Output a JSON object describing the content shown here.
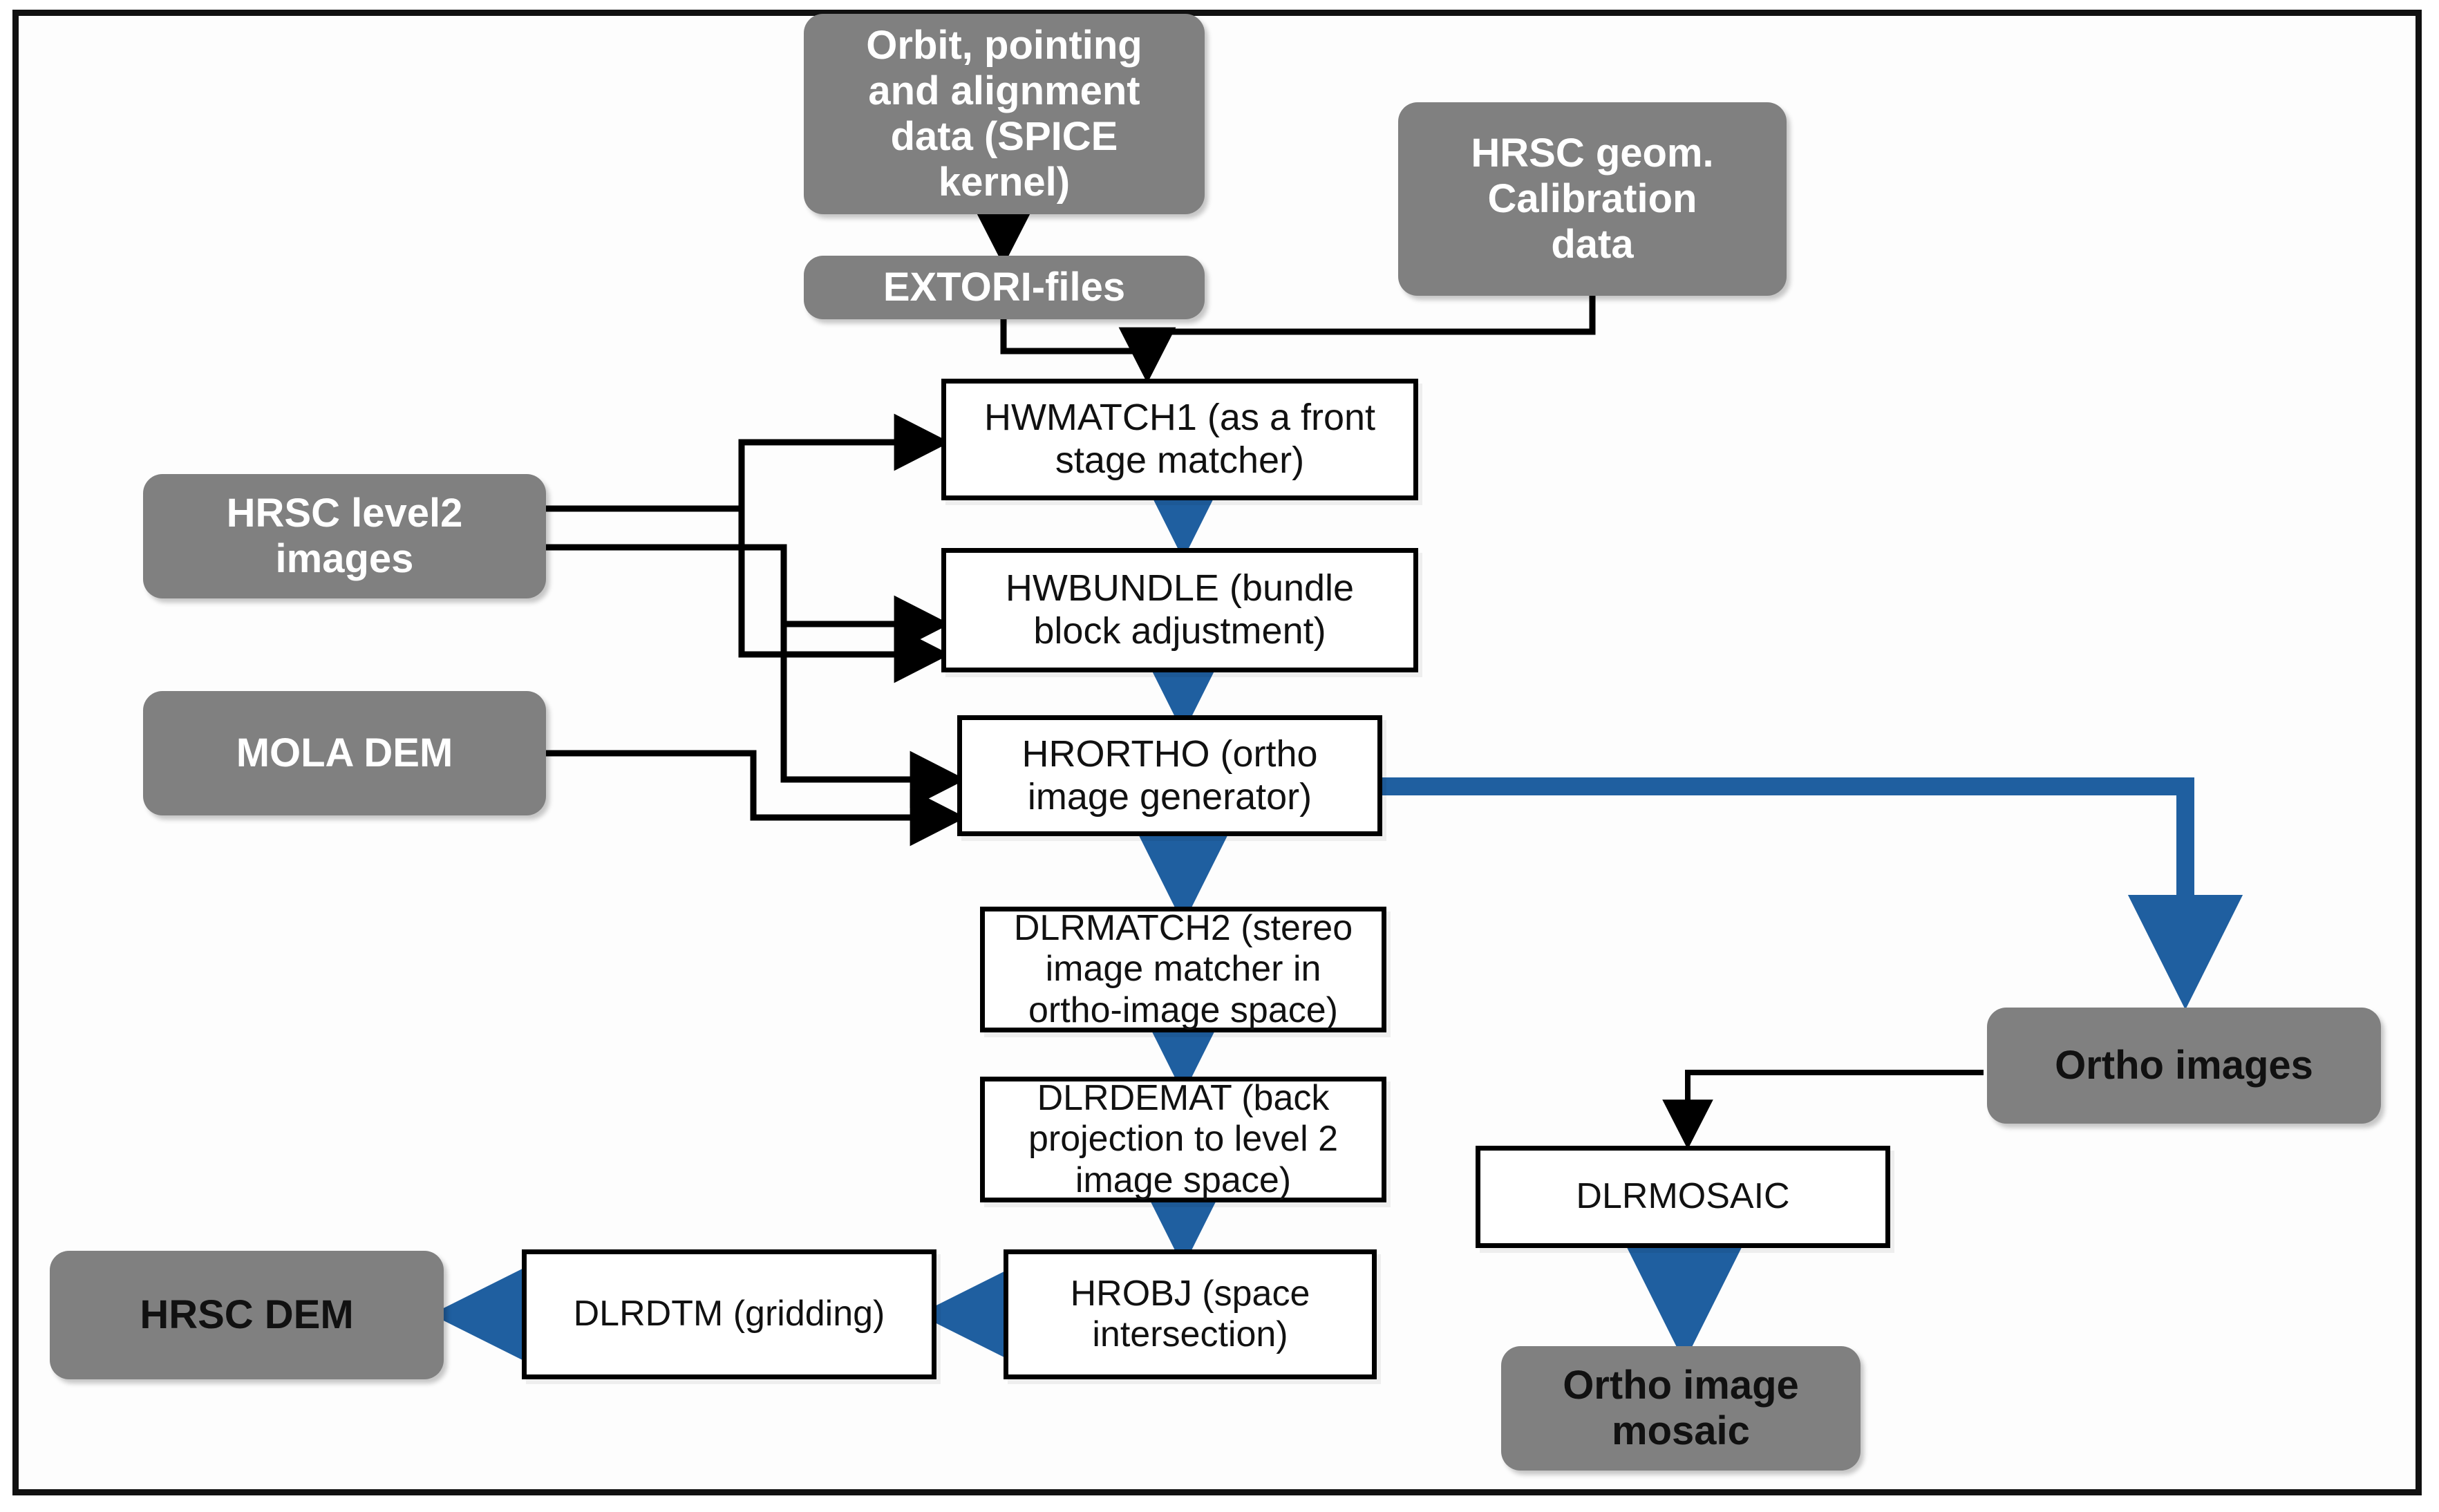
{
  "diagram": {
    "title": "HRSC photogrammetric processing chain",
    "colors": {
      "data_node_fill": "#808080",
      "data_node_text": "#ffffff",
      "process_node_fill": "#ffffff",
      "process_node_border": "#000000",
      "accent_arrow": "#1F5FA0",
      "plain_arrow": "#000000",
      "frame_border": "#111111",
      "background": "#ffffff"
    },
    "nodes": [
      {
        "id": "spice",
        "kind": "data",
        "label": "Orbit, pointing and alignment data  (SPICE kernel)"
      },
      {
        "id": "extori",
        "kind": "data",
        "label": "EXTORI-files"
      },
      {
        "id": "geomcal",
        "kind": "data",
        "label": "HRSC geom. Calibration data"
      },
      {
        "id": "level2",
        "kind": "data",
        "label": "HRSC level2 images"
      },
      {
        "id": "mola",
        "kind": "data",
        "label": "MOLA DEM"
      },
      {
        "id": "hwmatch1",
        "kind": "process",
        "label": "HWMATCH1 (as a front stage matcher)"
      },
      {
        "id": "hwbundle",
        "kind": "process",
        "label": "HWBUNDLE (bundle block adjustment)"
      },
      {
        "id": "hrortho",
        "kind": "process",
        "label": "HRORTHO (ortho image generator)"
      },
      {
        "id": "dlrmatch2",
        "kind": "process",
        "label": "DLRMATCH2 (stereo image matcher in ortho-image space)"
      },
      {
        "id": "dlrdemat",
        "kind": "process",
        "label": "DLRDEMAT (back projection to level 2 image space)"
      },
      {
        "id": "hrobj",
        "kind": "process",
        "label": "HROBJ (space intersection)"
      },
      {
        "id": "dlrdtm",
        "kind": "process",
        "label": "DLRDTM (gridding)"
      },
      {
        "id": "hrscdem",
        "kind": "data",
        "label": "HRSC DEM"
      },
      {
        "id": "orthoimg",
        "kind": "data",
        "label": "Ortho images"
      },
      {
        "id": "dlrmosaic",
        "kind": "process",
        "label": "DLRMOSAIC"
      },
      {
        "id": "orthomosaic",
        "kind": "data",
        "label": "Ortho image mosaic"
      }
    ],
    "edges": [
      {
        "from": "spice",
        "to": "extori",
        "style": "black"
      },
      {
        "from": "extori",
        "to": "hwmatch1",
        "style": "black"
      },
      {
        "from": "geomcal",
        "to": "hwmatch1",
        "style": "black"
      },
      {
        "from": "level2",
        "to": "hwmatch1",
        "style": "black"
      },
      {
        "from": "level2",
        "to": "hwbundle",
        "style": "black"
      },
      {
        "from": "level2",
        "to": "hrortho",
        "style": "black"
      },
      {
        "from": "mola",
        "to": "hwbundle",
        "style": "black"
      },
      {
        "from": "mola",
        "to": "hrortho",
        "style": "black"
      },
      {
        "from": "hwmatch1",
        "to": "hwbundle",
        "style": "blue"
      },
      {
        "from": "hwbundle",
        "to": "hrortho",
        "style": "blue"
      },
      {
        "from": "hrortho",
        "to": "dlrmatch2",
        "style": "blue"
      },
      {
        "from": "hrortho",
        "to": "orthoimg",
        "style": "blue"
      },
      {
        "from": "dlrmatch2",
        "to": "dlrdemat",
        "style": "blue"
      },
      {
        "from": "dlrdemat",
        "to": "hrobj",
        "style": "blue"
      },
      {
        "from": "hrobj",
        "to": "dlrdtm",
        "style": "blue"
      },
      {
        "from": "dlrdtm",
        "to": "hrscdem",
        "style": "blue"
      },
      {
        "from": "orthoimg",
        "to": "dlrmosaic",
        "style": "black"
      },
      {
        "from": "dlrmosaic",
        "to": "orthomosaic",
        "style": "blue"
      }
    ],
    "labels": {
      "spice": "Orbit, pointing and alignment data  (SPICE kernel)",
      "spice_l1": "Orbit, pointing",
      "spice_l2": "and alignment",
      "spice_l3": "data  (SPICE",
      "spice_l4": "kernel)",
      "extori": "EXTORI-files",
      "geomcal_l1": "HRSC geom.",
      "geomcal_l2": "Calibration",
      "geomcal_l3": "data",
      "level2_l1": "HRSC level2",
      "level2_l2": "images",
      "mola": "MOLA DEM",
      "hwmatch1_l1": "HWMATCH1 (as a front",
      "hwmatch1_l2": "stage matcher)",
      "hwbundle_l1": "HWBUNDLE (bundle",
      "hwbundle_l2": "block adjustment)",
      "hrortho_l1": "HRORTHO (ortho",
      "hrortho_l2": "image generator)",
      "dlrmatch2_l1": "DLRMATCH2 (stereo",
      "dlrmatch2_l2": "image matcher in",
      "dlrmatch2_l3": "ortho-image space)",
      "dlrdemat_l1": "DLRDEMAT (back",
      "dlrdemat_l2": "projection to level 2",
      "dlrdemat_l3": "image space)",
      "hrobj_l1": "HROBJ (space",
      "hrobj_l2": "intersection)",
      "dlrdtm": "DLRDTM (gridding)",
      "hrscdem": "HRSC DEM",
      "orthoimg": "Ortho images",
      "dlrmosaic": "DLRMOSAIC",
      "orthomosaic_l1": "Ortho image",
      "orthomosaic_l2": "mosaic"
    }
  }
}
